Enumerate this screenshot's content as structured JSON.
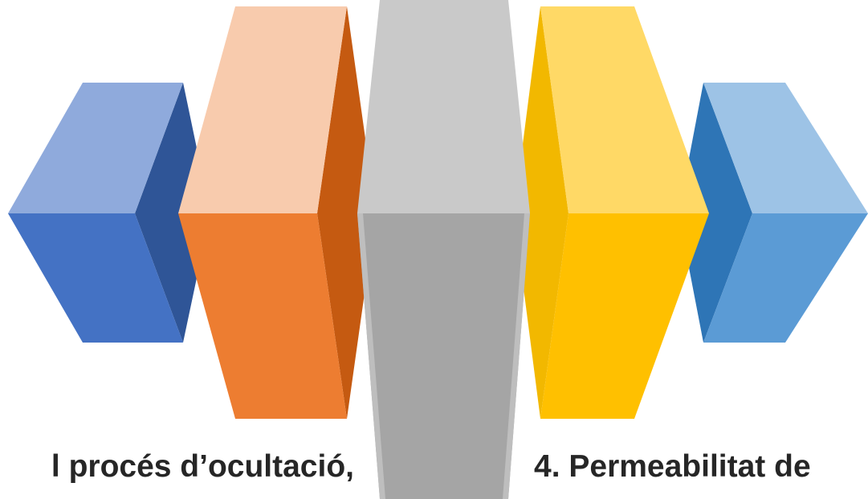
{
  "blocks": [
    {
      "name": "block-left-blue",
      "colors": {
        "top": "#8FAADC",
        "front": "#4472C4",
        "side": "#2F5597"
      }
    },
    {
      "name": "block-orange",
      "colors": {
        "top": "#F8CBAD",
        "front": "#ED7D31",
        "side": "#C55A11"
      }
    },
    {
      "name": "block-grey-center",
      "colors": {
        "top": "#C9C9C9",
        "front": "#A5A5A5",
        "side": "#BEBEBE"
      }
    },
    {
      "name": "block-yellow",
      "colors": {
        "top": "#FFD966",
        "front": "#FFC000",
        "side": "#F2B800"
      }
    },
    {
      "name": "block-right-blue",
      "colors": {
        "top": "#9DC3E6",
        "front": "#5B9BD5",
        "side": "#2E75B6"
      }
    }
  ],
  "captions": {
    "left": "l procés d’ocultació,",
    "right": "4. Permeabilitat de"
  }
}
